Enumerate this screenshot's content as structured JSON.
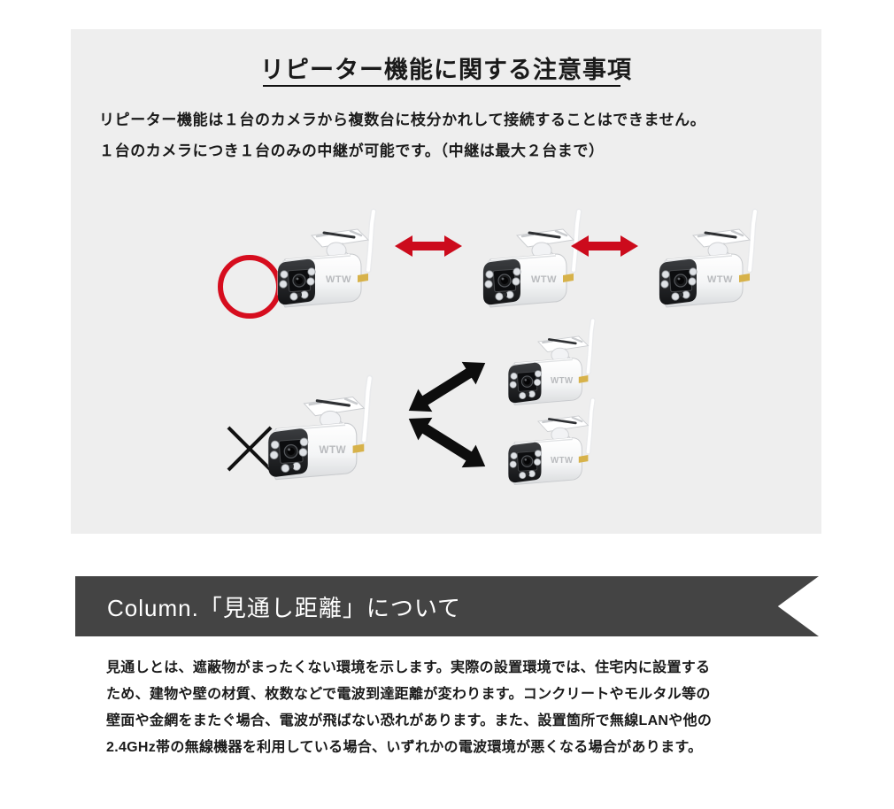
{
  "page": {
    "background_color": "#ffffff"
  },
  "panel": {
    "background_color": "#eeeeee",
    "title": "リピーター機能に関する注意事項",
    "lead_lines": [
      "リピーター機能は１台のカメラから複数台に枝分かれして接続することはできません。",
      "１台のカメラにつき１台のみの中継が可能です。（中継は最大２台まで）"
    ],
    "ok_mark": {
      "symbol": "○",
      "meaning": "allowed",
      "color": "#d60d1e"
    },
    "ng_mark": {
      "symbol": "×",
      "meaning": "not-allowed",
      "color": "#111111"
    },
    "ok_row": {
      "camera_count": 3,
      "camera_brand": "WTW",
      "link_arrow_color": "#cc0b1c",
      "link_arrow_count": 2,
      "description": "１台のカメラから１台へ直列に中継"
    },
    "ng_row": {
      "camera_count": 3,
      "camera_brand": "WTW",
      "link_arrow_color": "#111111",
      "link_arrow_count": 2,
      "description": "１台のカメラから複数台へ枝分かれ"
    }
  },
  "column": {
    "ribbon_color": "#444444",
    "ribbon_text_color": "#ffffff",
    "heading_prefix": "Column.",
    "heading_main": "「見通し距離」について",
    "heading_full": "Column.「見通し距離」について",
    "body_lines": [
      "見通しとは、遮蔽物がまったくない環境を示します。実際の設置環境では、住宅内に設置する",
      "ため、建物や壁の材質、枚数などで電波到達距離が変わります。コンクリートやモルタル等の",
      "壁面や金網をまたぐ場合、電波が飛ばない恐れがあります。また、設置箇所で無線LANや他の",
      "2.4GHz帯の無線機器を利用している場合、いずれかの電波環境が悪くなる場合があります。"
    ]
  }
}
